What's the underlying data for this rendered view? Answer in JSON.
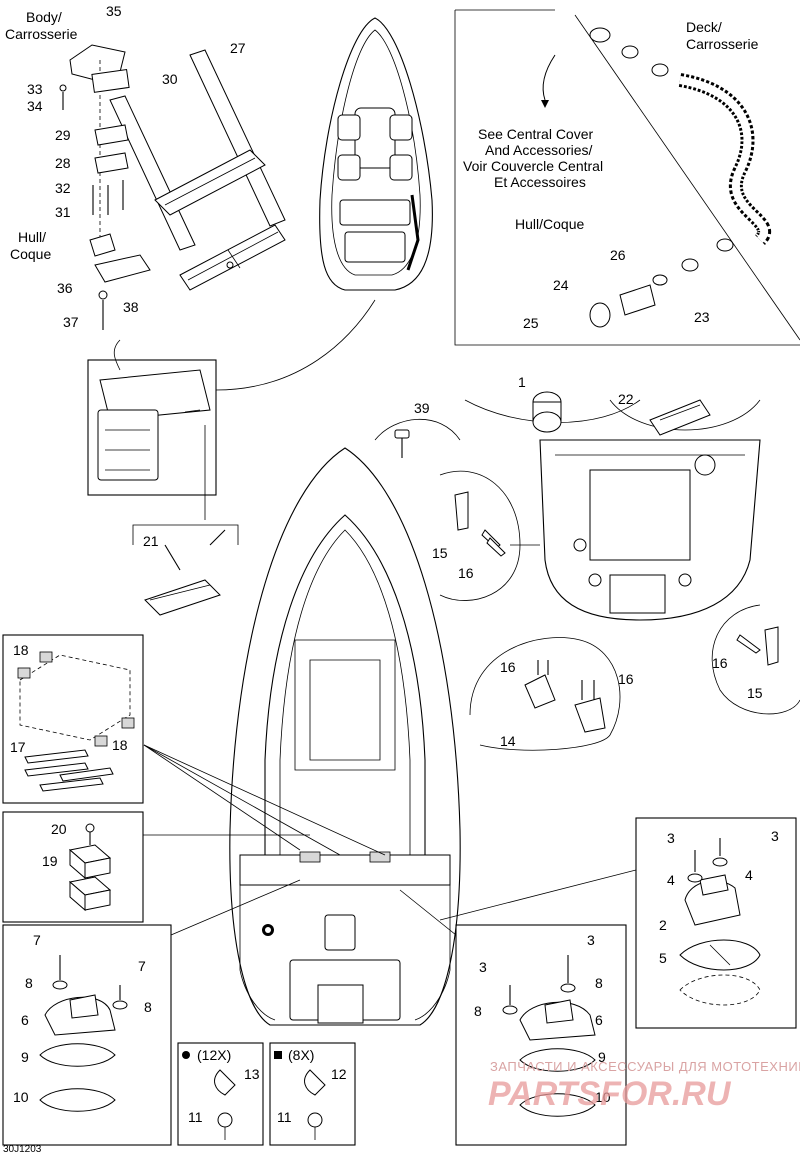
{
  "diagram": {
    "reference_code": "30J1203",
    "callouts": {
      "body": "Body/\nCarrosserie",
      "deck": "Deck/\nCarrosserie",
      "hull_right": "Hull/Coque",
      "hull_left": "Hull/\nCoque",
      "see_central": "See Central Cover\nAnd Accessories/\nVoir Couvercle Central\nEt Accessoires",
      "qty_12x": "(12X)",
      "qty_8x": "(8X)"
    },
    "part_numbers": [
      "1",
      "2",
      "3",
      "4",
      "5",
      "6",
      "7",
      "8",
      "9",
      "10",
      "11",
      "12",
      "13",
      "14",
      "15",
      "16",
      "17",
      "18",
      "19",
      "20",
      "21",
      "22",
      "23",
      "24",
      "25",
      "26",
      "27",
      "28",
      "29",
      "30",
      "31",
      "32",
      "33",
      "34",
      "35",
      "36",
      "37",
      "38",
      "39"
    ],
    "watermark": {
      "line1": "ЗАПЧАСТИ И АКСЕССУАРЫ ДЛЯ МОТОТЕХНИКИ",
      "line2": "PARTSFOR.RU"
    }
  }
}
